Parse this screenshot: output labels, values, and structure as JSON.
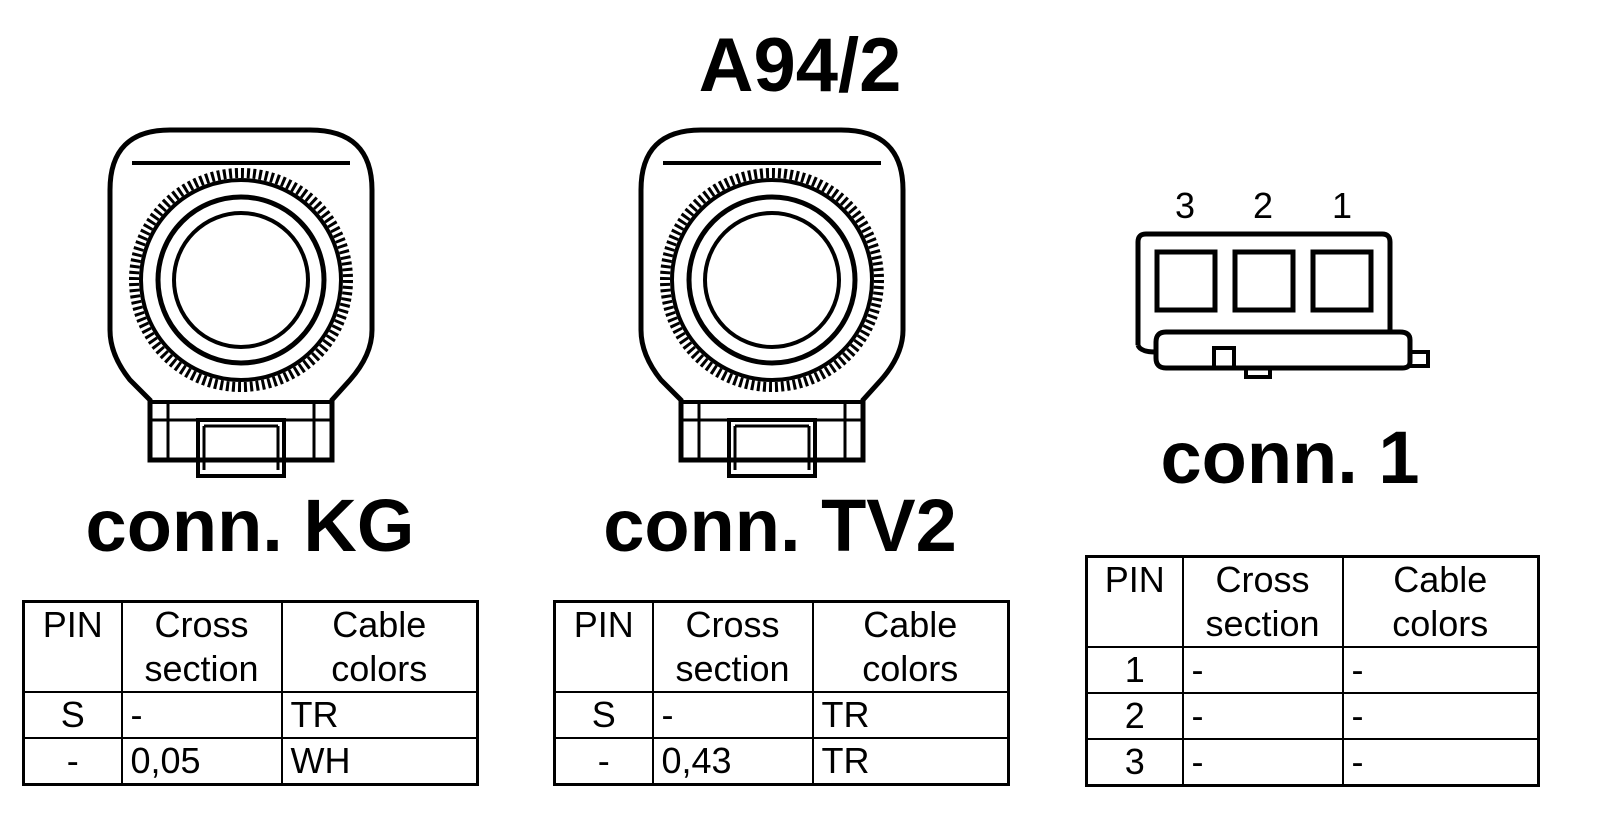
{
  "title": "A94/2",
  "connectors": [
    {
      "label": "conn. KG",
      "icon": "round-connector-icon",
      "table": {
        "headers": [
          "PIN",
          "Cross section",
          "Cable colors"
        ],
        "rows": [
          [
            "S",
            "-",
            "TR"
          ],
          [
            "-",
            "0,05",
            "WH"
          ]
        ]
      }
    },
    {
      "label": "conn. TV2",
      "icon": "round-connector-icon",
      "table": {
        "headers": [
          "PIN",
          "Cross section",
          "Cable colors"
        ],
        "rows": [
          [
            "S",
            "-",
            "TR"
          ],
          [
            "-",
            "0,43",
            "TR"
          ]
        ]
      }
    },
    {
      "label": "conn. 1",
      "icon": "three-pin-plug-icon",
      "pin_numbers": [
        "3",
        "2",
        "1"
      ],
      "table": {
        "headers": [
          "PIN",
          "Cross section",
          "Cable colors"
        ],
        "rows": [
          [
            "1",
            "-",
            "-"
          ],
          [
            "2",
            "-",
            "-"
          ],
          [
            "3",
            "-",
            "-"
          ]
        ]
      }
    }
  ]
}
